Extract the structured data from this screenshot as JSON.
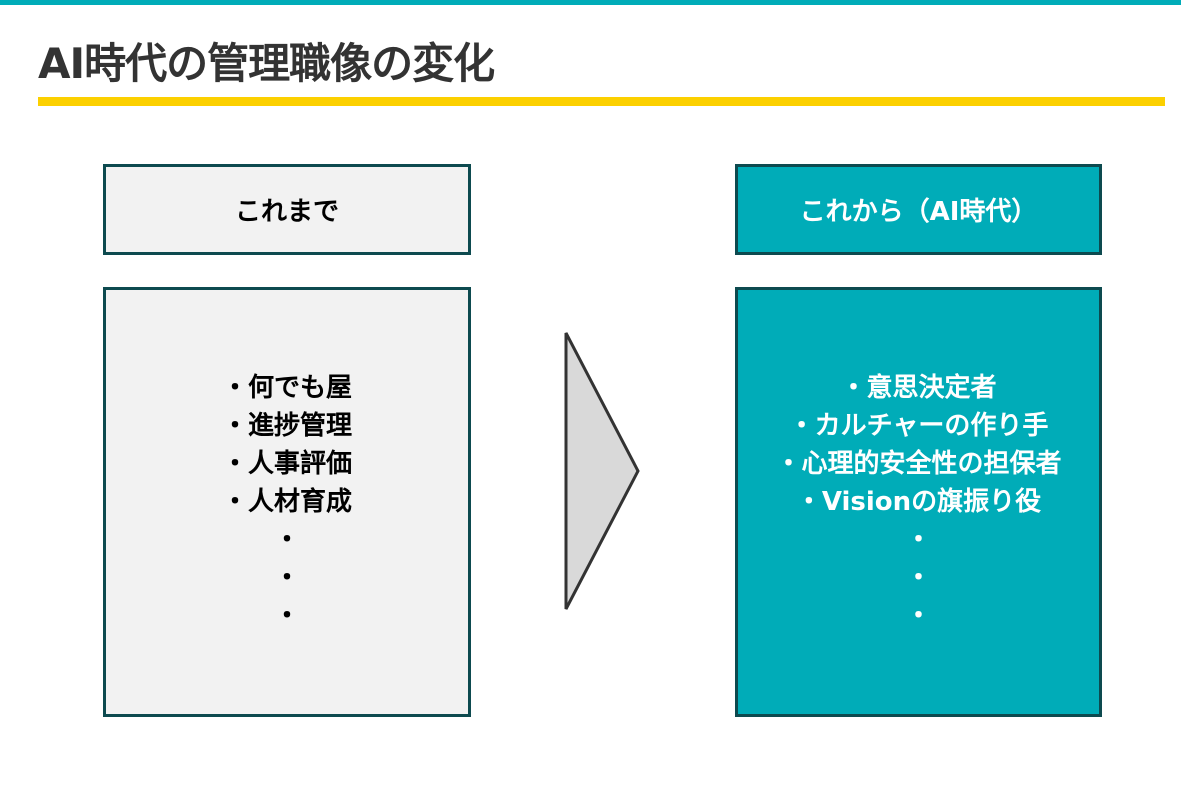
{
  "title": "AI時代の管理職像の変化",
  "before": {
    "header": "これまで",
    "items": [
      "・何でも屋",
      "・進捗管理",
      "・人事評価",
      "・人材育成",
      "・",
      "・",
      "・"
    ]
  },
  "after": {
    "header": "これから（AI時代）",
    "items": [
      "・意思決定者",
      "・カルチャーの作り手",
      "・心理的安全性の担保者",
      "・Visionの旗振り役",
      "・",
      "・",
      "・"
    ]
  },
  "colors": {
    "accent": "#00acb8",
    "highlight": "#fcd000",
    "border": "#0d4a4f"
  }
}
